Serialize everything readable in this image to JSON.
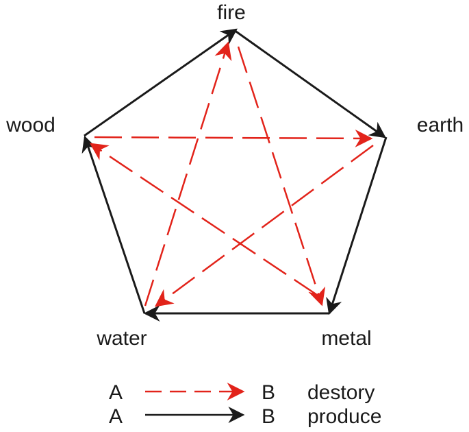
{
  "nodes": {
    "fire": "fire",
    "earth": "earth",
    "metal": "metal",
    "water": "water",
    "wood": "wood"
  },
  "produce_cycle": [
    {
      "from": "fire",
      "to": "earth"
    },
    {
      "from": "earth",
      "to": "metal"
    },
    {
      "from": "metal",
      "to": "water"
    },
    {
      "from": "water",
      "to": "wood"
    },
    {
      "from": "wood",
      "to": "fire"
    }
  ],
  "destroy_cycle": [
    {
      "from": "wood",
      "to": "earth"
    },
    {
      "from": "earth",
      "to": "water"
    },
    {
      "from": "water",
      "to": "fire"
    },
    {
      "from": "fire",
      "to": "metal"
    },
    {
      "from": "metal",
      "to": "wood"
    }
  ],
  "legend": {
    "destroy": {
      "from": "A",
      "to": "B",
      "label": "destory"
    },
    "produce": {
      "from": "A",
      "to": "B",
      "label": "produce"
    }
  },
  "colors": {
    "produce": "#1a1a1a",
    "destroy": "#e2231a"
  }
}
